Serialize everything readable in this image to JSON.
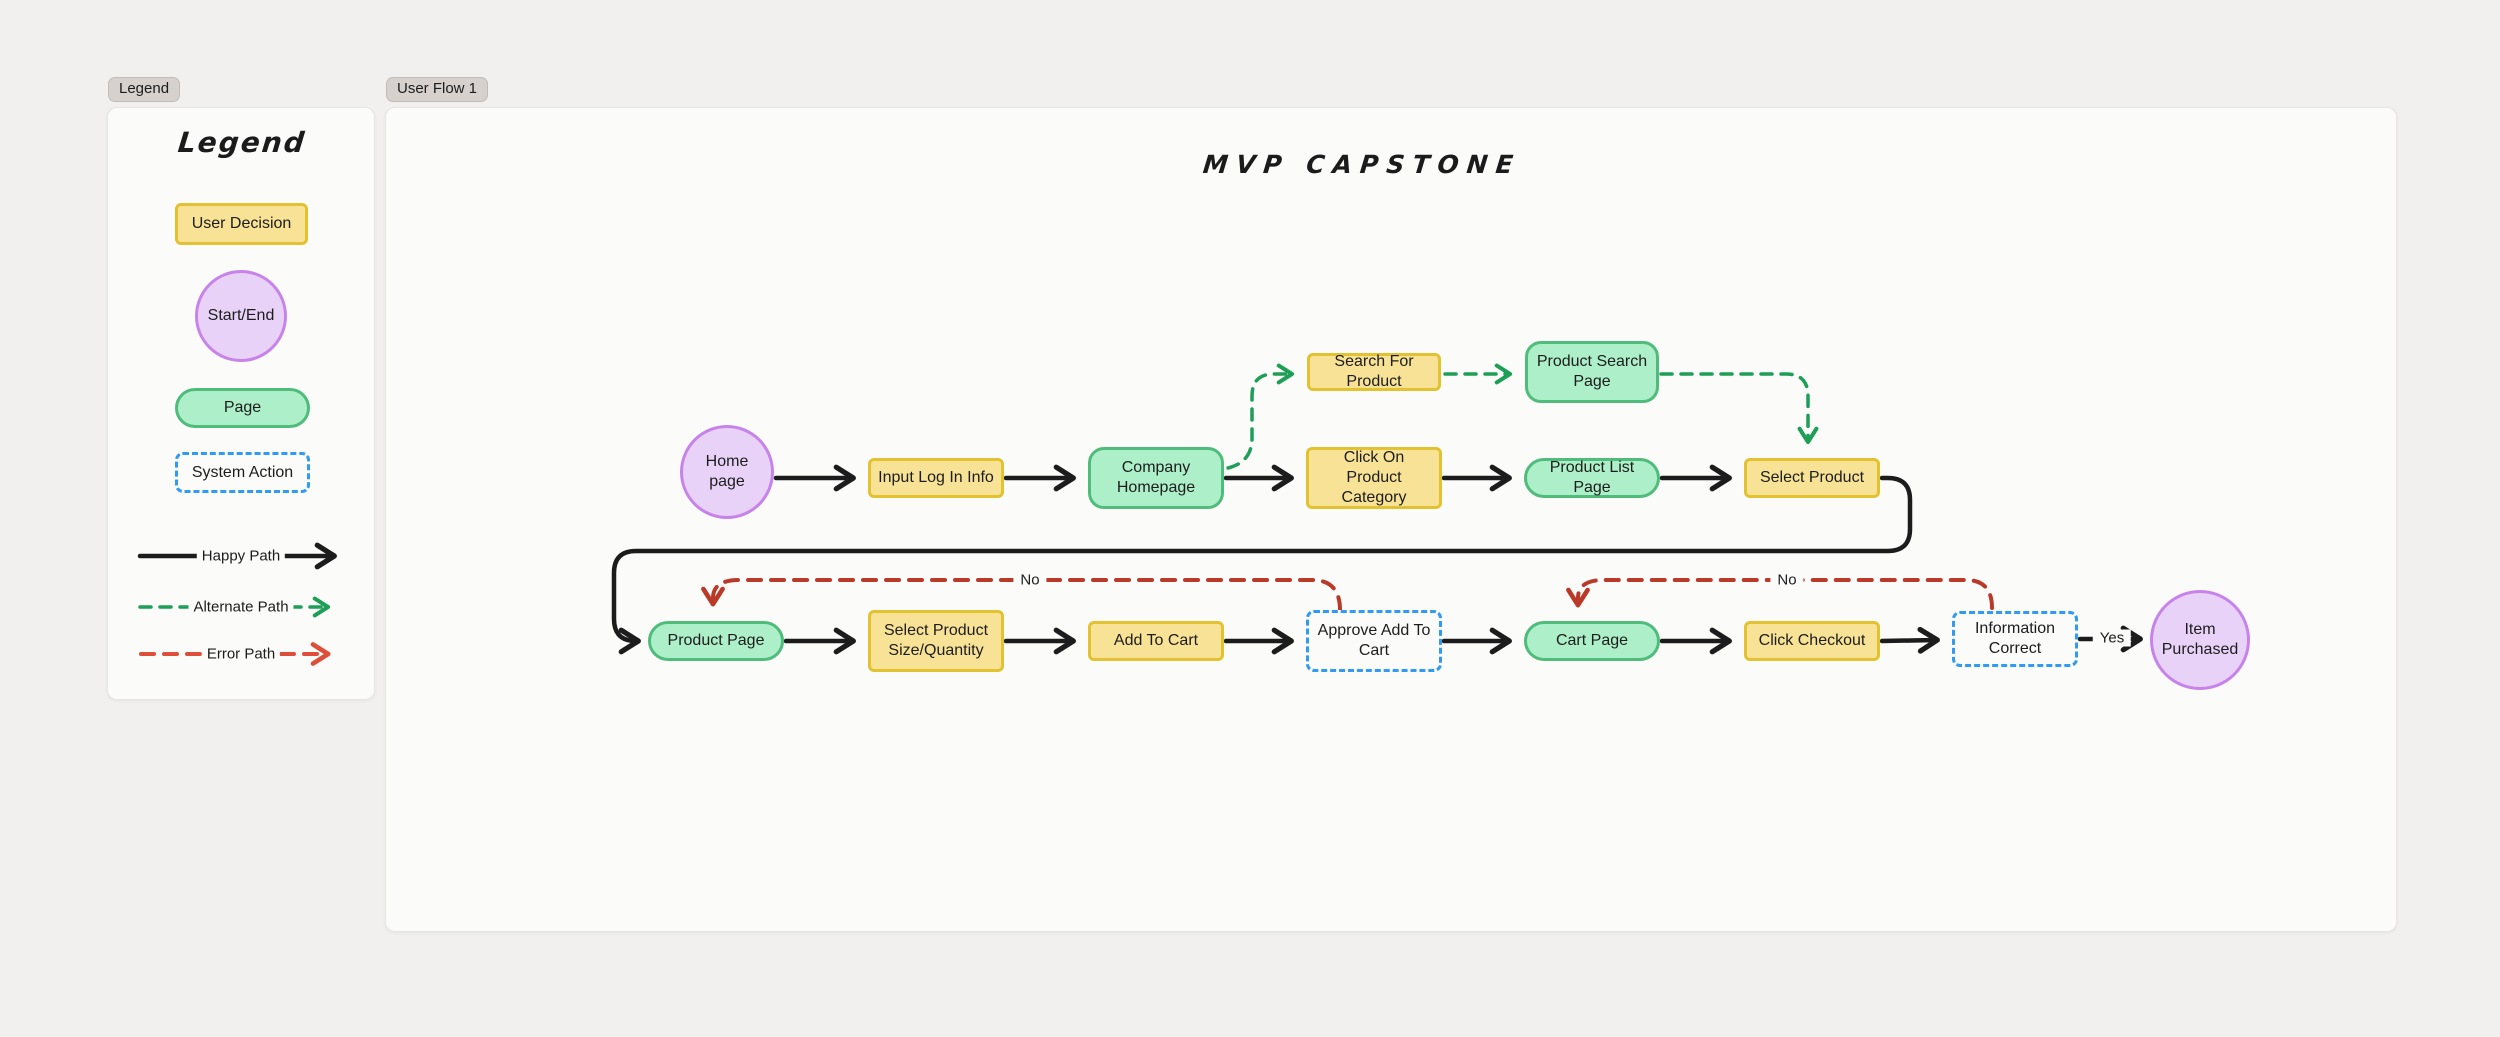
{
  "legend_frame": {
    "tab": "Legend",
    "title": "Legend",
    "shapes": [
      {
        "id": "user-decision",
        "label": "User Decision",
        "type": "decision"
      },
      {
        "id": "start-end",
        "label": "Start/End",
        "type": "terminal"
      },
      {
        "id": "page",
        "label": "Page",
        "type": "page"
      },
      {
        "id": "system-action",
        "label": "System Action",
        "type": "system-action"
      }
    ],
    "paths": [
      {
        "id": "happy-path",
        "label": "Happy Path",
        "style": "solid-black"
      },
      {
        "id": "alternate-path",
        "label": "Alternate Path",
        "style": "dashed-green"
      },
      {
        "id": "error-path",
        "label": "Error Path",
        "style": "dashed-red"
      }
    ]
  },
  "flow_frame": {
    "tab": "User Flow 1",
    "title": "MVP CAPSTONE",
    "nodes": {
      "home": {
        "lines": [
          "Home",
          "page"
        ],
        "type": "terminal"
      },
      "input_login": {
        "lines": [
          "Input Log In Info"
        ],
        "type": "decision"
      },
      "company_home": {
        "lines": [
          "Company",
          "Homepage"
        ],
        "type": "page"
      },
      "search_product": {
        "lines": [
          "Search For Product"
        ],
        "type": "decision"
      },
      "product_search": {
        "lines": [
          "Product Search",
          "Page"
        ],
        "type": "page"
      },
      "click_category": {
        "lines": [
          "Click On Product",
          "Category"
        ],
        "type": "decision"
      },
      "product_list": {
        "lines": [
          "Product List Page"
        ],
        "type": "page"
      },
      "select_product": {
        "lines": [
          "Select Product"
        ],
        "type": "decision"
      },
      "product_page": {
        "lines": [
          "Product Page"
        ],
        "type": "page"
      },
      "select_size": {
        "lines": [
          "Select Product",
          "Size/Quantity"
        ],
        "type": "decision"
      },
      "add_to_cart": {
        "lines": [
          "Add To Cart"
        ],
        "type": "decision"
      },
      "approve_add": {
        "lines": [
          "Approve Add To",
          "Cart"
        ],
        "type": "system-action"
      },
      "cart_page": {
        "lines": [
          "Cart Page"
        ],
        "type": "page"
      },
      "click_checkout": {
        "lines": [
          "Click Checkout"
        ],
        "type": "decision"
      },
      "info_correct": {
        "lines": [
          "Information",
          "Correct"
        ],
        "type": "system-action"
      },
      "item_purchased": {
        "lines": [
          "Item",
          "Purchased"
        ],
        "type": "terminal"
      }
    },
    "edge_labels": {
      "approve_no": "No",
      "info_no": "No",
      "info_yes": "Yes"
    }
  },
  "colors": {
    "canvas_bg": "#F1F0EE",
    "frame_bg": "#FBFBFA",
    "decision_fill": "#F8E296",
    "decision_border": "#E2C231",
    "page_fill": "#ACEFC8",
    "page_border": "#4FBC7C",
    "terminal_fill": "#E9D2F8",
    "terminal_border": "#C883EB",
    "system_action_border": "#2F9BF2",
    "happy_path": "#1C1C1C",
    "alternate_path": "#1E9E57",
    "error_path": "#BA3A2A",
    "error_path_legend": "#DD4F3A"
  }
}
